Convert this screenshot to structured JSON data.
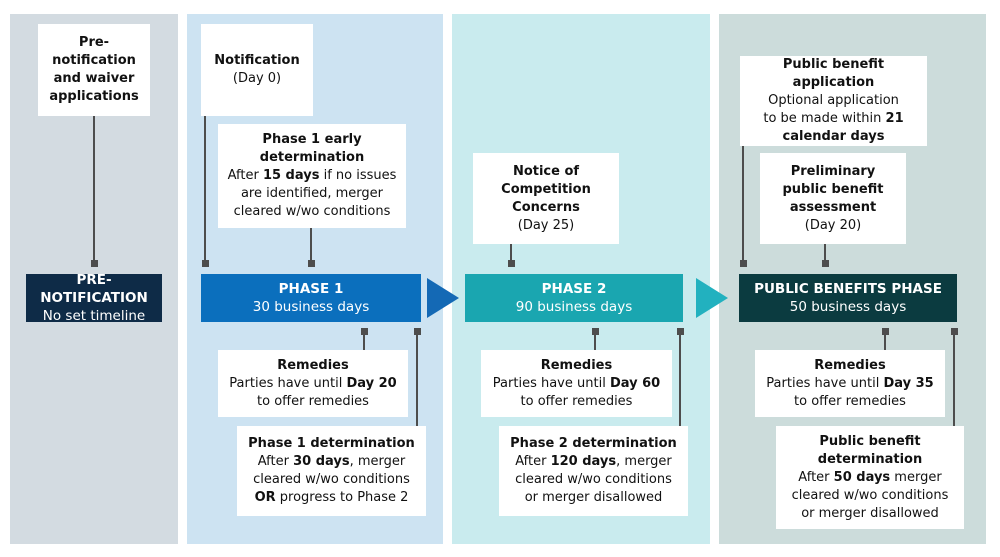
{
  "colors": {
    "pre_col": "#d3dbe1",
    "phase1_col": "#cde3f2",
    "phase2_col": "#c9ebee",
    "public_col": "#ccdcdb",
    "pre_bar": "#0e2b47",
    "phase1_bar": "#0b6fbd",
    "phase2_bar": "#1aa6b0",
    "public_bar": "#0b3b40",
    "arrow1": "#1469b5",
    "arrow2": "#22b1bf"
  },
  "pre": {
    "box_lines": [
      "Pre-",
      "notification",
      "and waiver",
      "applications"
    ],
    "bar_title": "PRE-NOTIFICATION",
    "bar_sub": "No set timeline"
  },
  "phase1": {
    "notification": {
      "title": "Notification",
      "sub": "(Day 0)"
    },
    "early": {
      "title1": "Phase 1 early",
      "title2": "determination",
      "l1_pre": "After ",
      "l1_bold": "15 days",
      "l1_post": " if no issues",
      "l2": "are identified, merger",
      "l3": "cleared w/wo conditions"
    },
    "bar_title": "PHASE 1",
    "bar_sub": "30 business days",
    "remedies": {
      "title": "Remedies",
      "l1_pre": "Parties have until ",
      "l1_bold": "Day 20",
      "l2": "to offer remedies"
    },
    "determination": {
      "title": "Phase 1 determination",
      "l1_pre": "After ",
      "l1_bold": "30 days",
      "l1_post": ", merger",
      "l2": "cleared w/wo conditions",
      "l3_bold": "OR",
      "l3_post": " progress to Phase 2"
    }
  },
  "phase2": {
    "notice": {
      "l1": "Notice of",
      "l2": "Competition",
      "l3": "Concerns",
      "sub": "(Day 25)"
    },
    "bar_title": "PHASE 2",
    "bar_sub": "90 business days",
    "remedies": {
      "title": "Remedies",
      "l1_pre": "Parties have until ",
      "l1_bold": "Day 60",
      "l2": "to offer remedies"
    },
    "determination": {
      "title": "Phase 2 determination",
      "l1_pre": "After ",
      "l1_bold": "120 days",
      "l1_post": ", merger",
      "l2": "cleared w/wo conditions",
      "l3": "or merger disallowed"
    }
  },
  "public": {
    "application": {
      "title": "Public benefit application",
      "l1": "Optional application",
      "l2_pre": "to be made within ",
      "l2_bold": "21",
      "l3_bold": "calendar days"
    },
    "preliminary": {
      "l1": "Preliminary",
      "l2": "public benefit",
      "l3": "assessment",
      "sub": "(Day 20)"
    },
    "bar_title": "PUBLIC BENEFITS PHASE",
    "bar_sub": "50 business days",
    "remedies": {
      "title": "Remedies",
      "l1_pre": "Parties have until ",
      "l1_bold": "Day 35",
      "l2": "to offer remedies"
    },
    "determination": {
      "title1": "Public benefit",
      "title2": "determination",
      "l1_pre": "After ",
      "l1_bold": "50 days",
      "l1_post": " merger",
      "l2": "cleared w/wo conditions",
      "l3": "or merger disallowed"
    }
  }
}
